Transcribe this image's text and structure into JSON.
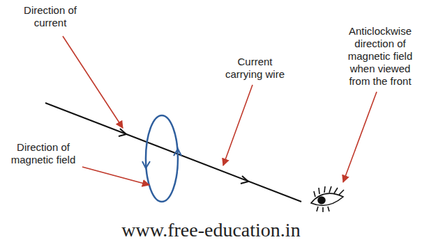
{
  "diagram": {
    "labels": [
      "Direction of current",
      "Current carrying wire",
      "Anticlockwise direction of magnetic field when viewed from the front",
      "Direction of magnetic field",
      "www.free-education.in"
    ]
  }
}
